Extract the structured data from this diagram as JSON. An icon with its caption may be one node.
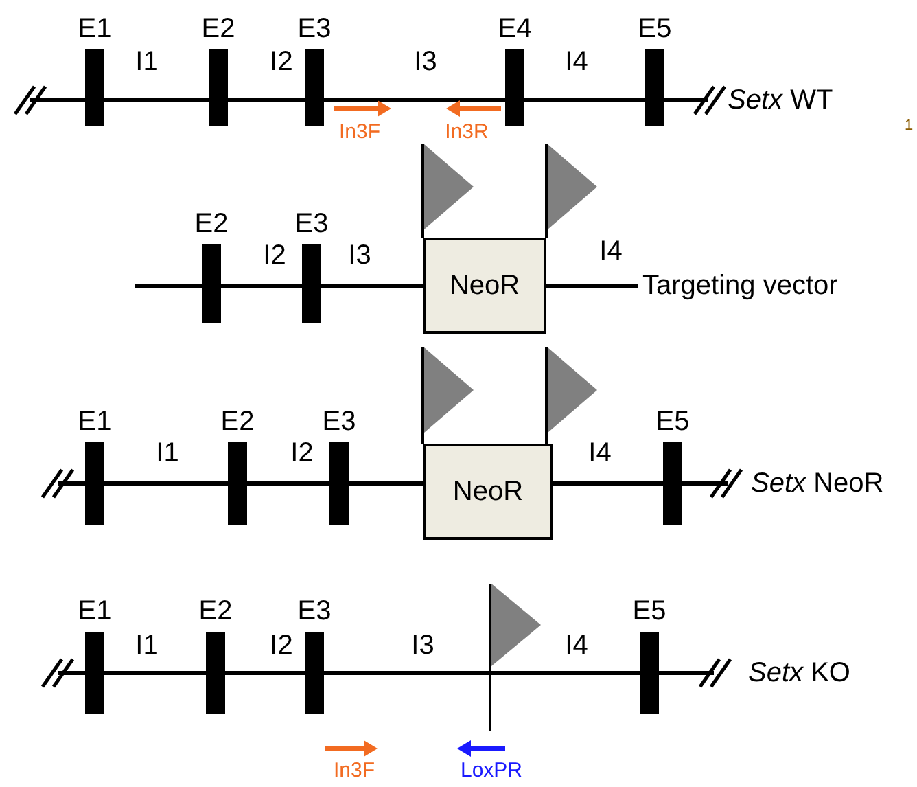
{
  "diagram": {
    "nodes": [
      {
        "text": [
          "E1"
        ]
      },
      {
        "text": [
          "E2"
        ]
      },
      {
        "text": [
          "E3"
        ]
      },
      {
        "text": [
          "E4"
        ]
      },
      {
        "text": [
          "E5"
        ]
      },
      {
        "text": [
          "E2"
        ]
      },
      {
        "text": [
          "E3"
        ]
      },
      {
        "text": [
          "NeoR"
        ]
      },
      {
        "text": [
          "E1"
        ]
      },
      {
        "text": [
          "E2"
        ]
      },
      {
        "text": [
          "E3"
        ]
      },
      {
        "text": [
          "NeoR"
        ]
      },
      {
        "text": [
          "E5"
        ]
      },
      {
        "text": [
          "E1"
        ]
      },
      {
        "text": [
          "E2"
        ]
      },
      {
        "text": [
          "E3"
        ]
      },
      {
        "text": [
          "E5"
        ]
      }
    ],
    "labels": [
      "I1",
      "I2",
      "I3",
      "I4",
      "*Setx* WT",
      "In3F",
      "In3R",
      "1",
      "I2",
      "I3",
      "I4",
      "Targeting vector",
      "I1",
      "I2",
      "I4",
      "*Setx* NeoR",
      "I1",
      "I2",
      "I3",
      "I4",
      "*Setx* KO",
      "In3F",
      "LoxPR"
    ]
  }
}
